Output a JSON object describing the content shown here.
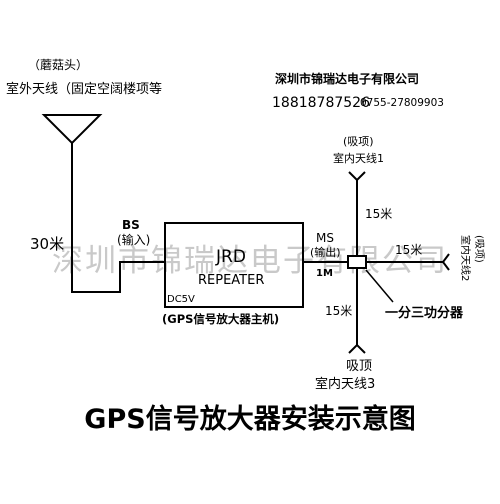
{
  "company": {
    "name": "深圳市锦瑞达电子有限公司",
    "phone": "18818787526",
    "tel": "0755-27809903"
  },
  "watermark": "深圳市锦瑞达电子有限公司",
  "outdoor_antenna": {
    "type_label": "（蘑菇头）",
    "desc": "室外天线（固定空阔楼项等"
  },
  "cable_outdoor": "30米",
  "bs": {
    "label": "BS",
    "sub": "(输入)"
  },
  "repeater": {
    "line1": "JRD",
    "line2": "REPEATER",
    "power": "DC5V",
    "caption": "(GPS信号放大器主机)"
  },
  "ms": {
    "label": "MS",
    "sub": "(输出)",
    "cable": "1M"
  },
  "antenna1": {
    "mount": "(吸项)",
    "name": "室内天线1",
    "cable": "15米"
  },
  "antenna2": {
    "mount": "(吸项)",
    "name": "室内天线2",
    "cable": "15米"
  },
  "antenna3": {
    "mount": "吸顶",
    "name": "室内天线3",
    "cable": "15米"
  },
  "splitter_label": "一分三功分器",
  "title": "GPS信号放大器安装示意图"
}
